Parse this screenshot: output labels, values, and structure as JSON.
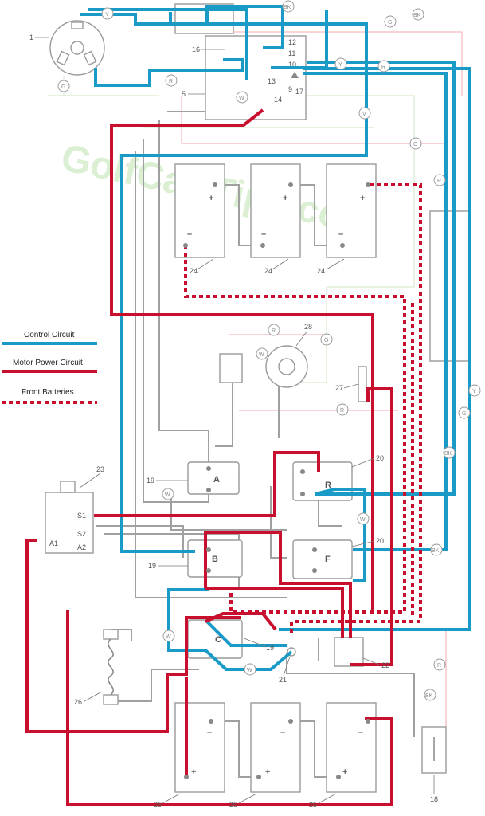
{
  "watermark": "GolfCartTips.com",
  "legend": {
    "control": {
      "label": "Control Circuit",
      "color": "#1a9bc7"
    },
    "motor": {
      "label": "Motor Power Circuit",
      "color": "#c8102e"
    },
    "front": {
      "label": "Front Batteries",
      "color": "#c8102e"
    }
  },
  "callouts": {
    "c1": "1",
    "c5": "5",
    "c16": "16",
    "c17": "17",
    "c18": "18",
    "c19a": "19",
    "c19b": "19",
    "c19c": "19",
    "c20a": "20",
    "c20b": "20",
    "c21": "21",
    "c22": "22",
    "c23": "23",
    "c24a": "24",
    "c24b": "24",
    "c24c": "24",
    "c25a": "25",
    "c25b": "25",
    "c25c": "25",
    "c26": "26",
    "c27": "27",
    "c28": "28"
  },
  "solenoids": {
    "a": "A",
    "r": "R",
    "b": "B",
    "f": "F",
    "c": "C"
  },
  "controller": {
    "s1": "S1",
    "s2": "S2",
    "a1": "A1",
    "a2": "A2"
  },
  "battery_terminals": {
    "plus": "+",
    "minus": "–"
  },
  "wire_tags": {
    "y1": "Y",
    "bk1": "BK",
    "g1": "G",
    "bk2": "BK",
    "r1": "R",
    "g2": "G",
    "w1": "W",
    "y2": "Y",
    "r2": "R",
    "v1": "V",
    "o1": "O",
    "r3": "R",
    "r4": "R",
    "w2": "W",
    "r5": "R",
    "o2": "O",
    "r6": "R",
    "y3": "Y",
    "g3": "G",
    "w3": "W",
    "bk3": "BK",
    "w4": "W",
    "bk4": "BK",
    "w5": "W",
    "w6": "W",
    "r7": "R",
    "bk5": "BK"
  },
  "switch_numbers": {
    "n12": "12",
    "n11": "11",
    "n10": "10",
    "n9": "9",
    "n13": "13",
    "n14": "14"
  }
}
